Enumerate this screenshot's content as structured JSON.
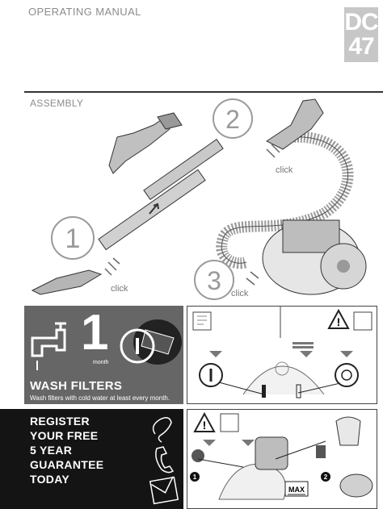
{
  "header": {
    "title": "OPERATING MANUAL",
    "model_line1": "DC",
    "model_line2": "47"
  },
  "assembly": {
    "label": "ASSEMBLY",
    "steps": [
      "1",
      "2",
      "3"
    ],
    "click_label": "click"
  },
  "wash_panel": {
    "number": "1",
    "unit": "month",
    "title": "WASH FILTERS",
    "text": "Wash filters with cold water at least every month."
  },
  "register_panel": {
    "lines": [
      "REGISTER",
      "YOUR FREE",
      "5 YEAR",
      "GUARANTEE",
      "TODAY"
    ]
  },
  "bin_panel": {
    "max_label": "MAX",
    "step_numbers": [
      "1",
      "2"
    ]
  }
}
